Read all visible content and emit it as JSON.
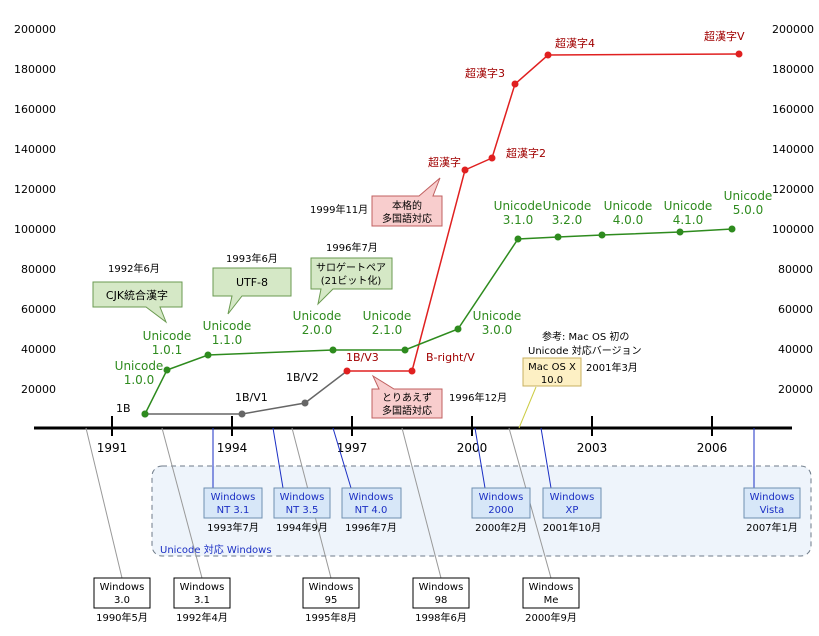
{
  "y_axis_ticks": [
    "200000",
    "180000",
    "160000",
    "140000",
    "120000",
    "100000",
    "80000",
    "60000",
    "40000",
    "20000"
  ],
  "x_axis_ticks": [
    "1991",
    "1994",
    "1997",
    "2000",
    "2003",
    "2006"
  ],
  "green_series": {
    "color": "#2e8b1e",
    "labels": [
      {
        "l1": "Unicode",
        "l2": "1.0.0"
      },
      {
        "l1": "Unicode",
        "l2": "1.0.1"
      },
      {
        "l1": "Unicode",
        "l2": "1.1.0"
      },
      {
        "l1": "Unicode",
        "l2": "2.0.0"
      },
      {
        "l1": "Unicode",
        "l2": "2.1.0"
      },
      {
        "l1": "Unicode",
        "l2": "3.0.0"
      },
      {
        "l1": "Unicode",
        "l2": "3.1.0"
      },
      {
        "l1": "Unicode",
        "l2": "3.2.0"
      },
      {
        "l1": "Unicode",
        "l2": "4.0.0"
      },
      {
        "l1": "Unicode",
        "l2": "4.1.0"
      },
      {
        "l1": "Unicode",
        "l2": "5.0.0"
      }
    ]
  },
  "gray_series": {
    "color": "#555555",
    "labels": [
      "1B",
      "1B/V1",
      "1B/V2"
    ]
  },
  "red_series": {
    "color": "#e02020",
    "labels": [
      "1B/V3",
      "B-right/V",
      "超漢字",
      "超漢字2",
      "超漢字3",
      "超漢字4",
      "超漢字V"
    ]
  },
  "callouts": {
    "cjk": {
      "date": "1992年6月",
      "text": "CJK統合漢字"
    },
    "utf8": {
      "date": "1993年6月",
      "text": "UTF-8"
    },
    "surrogate": {
      "date": "1996年7月",
      "line1": "サロゲートペア",
      "line2": "(21ビット化)"
    },
    "full_multi": {
      "date": "1999年11月",
      "line1": "本格的",
      "line2": "多国語対応"
    },
    "temp_multi": {
      "date": "1996年12月",
      "line1": "とりあえず",
      "line2": "多国語対応"
    },
    "macos": {
      "note1": "参考: Mac OS 初の",
      "note2": "Unicode 対応バージョン",
      "box1": "Mac OS X",
      "box2": "10.0",
      "date": "2001年3月"
    }
  },
  "unicode_windows": {
    "group_label": "Unicode 対応 Windows",
    "items": [
      {
        "l1": "Windows",
        "l2": "NT 3.1",
        "date": "1993年7月"
      },
      {
        "l1": "Windows",
        "l2": "NT 3.5",
        "date": "1994年9月"
      },
      {
        "l1": "Windows",
        "l2": "NT 4.0",
        "date": "1996年7月"
      },
      {
        "l1": "Windows",
        "l2": "2000",
        "date": "2000年2月"
      },
      {
        "l1": "Windows",
        "l2": "XP",
        "date": "2001年10月"
      },
      {
        "l1": "Windows",
        "l2": "Vista",
        "date": "2007年1月"
      }
    ]
  },
  "other_windows": [
    {
      "l1": "Windows",
      "l2": "3.0",
      "date": "1990年5月"
    },
    {
      "l1": "Windows",
      "l2": "3.1",
      "date": "1992年4月"
    },
    {
      "l1": "Windows",
      "l2": "95",
      "date": "1995年8月"
    },
    {
      "l1": "Windows",
      "l2": "98",
      "date": "1998年6月"
    },
    {
      "l1": "Windows",
      "l2": "Me",
      "date": "2000年9月"
    }
  ]
}
